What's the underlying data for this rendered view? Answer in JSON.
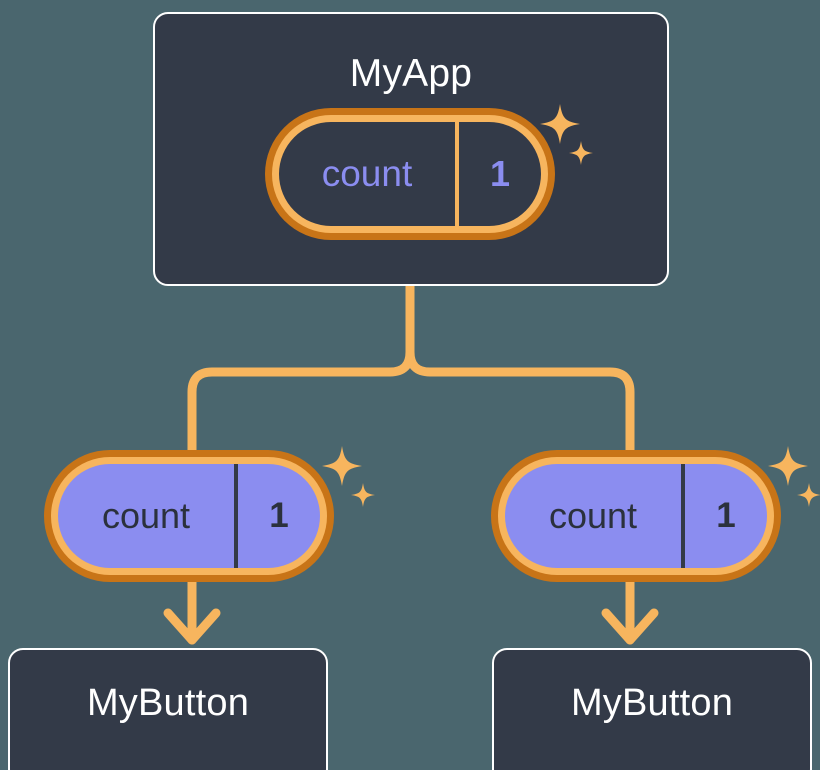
{
  "diagram": {
    "type": "component-tree",
    "background_color": "#4a666e",
    "card_color": "#333a48",
    "accent_orange_light": "#f7b55e",
    "accent_orange_dark": "#c87417",
    "accent_purple": "#8b8df0",
    "title_color": "#ffffff"
  },
  "root": {
    "name": "myapp-card",
    "title": "MyApp",
    "state": {
      "key": "count",
      "value": "1",
      "style": "outlined"
    },
    "sparkle": "sparkle-icon"
  },
  "children": [
    {
      "name": "branch-left",
      "state": {
        "key": "count",
        "value": "1",
        "style": "filled"
      },
      "sparkle": "sparkle-icon",
      "card": {
        "name": "mybutton-card-left",
        "title": "MyButton"
      }
    },
    {
      "name": "branch-right",
      "state": {
        "key": "count",
        "value": "1",
        "style": "filled"
      },
      "sparkle": "sparkle-icon",
      "card": {
        "name": "mybutton-card-right",
        "title": "MyButton"
      }
    }
  ],
  "connectors": {
    "trunk": "vertical-line-from-myapp",
    "split": "tee-junction",
    "arrows": "arrow-down-icon"
  }
}
